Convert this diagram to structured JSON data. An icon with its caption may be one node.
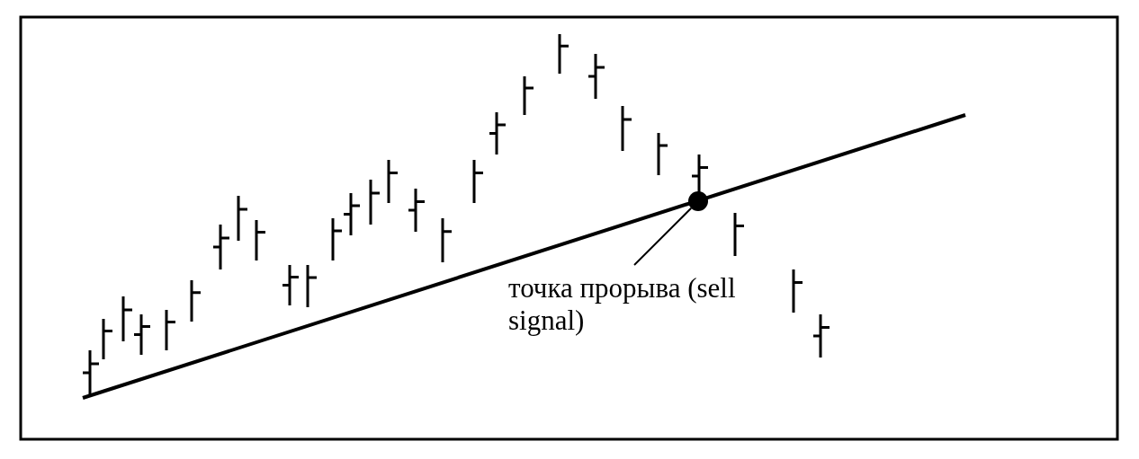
{
  "diagram": {
    "nodes": [
      {
        "text": [
          "точка прорыва (sell signal)"
        ]
      },
      {
        "text": [],
        "shape": "circle"
      }
    ],
    "edges": [
      {
        "from": 0,
        "to": 1,
        "arrow": "none"
      }
    ]
  }
}
